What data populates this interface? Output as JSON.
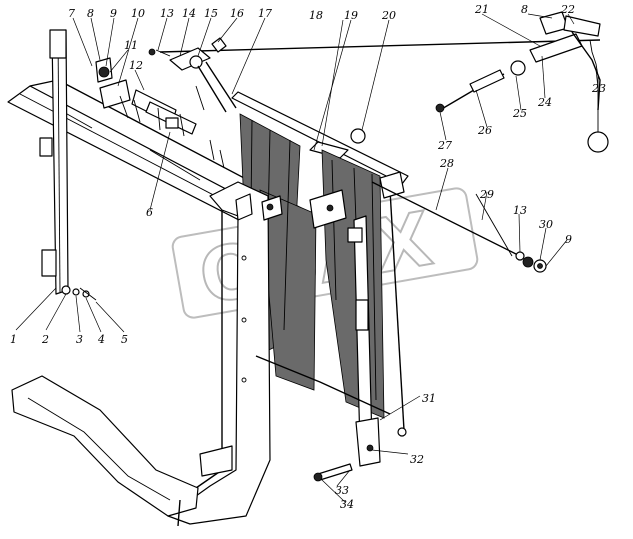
{
  "watermark": "ОВАХ",
  "callouts": [
    {
      "id": "label-7",
      "text": "7"
    },
    {
      "id": "label-8a",
      "text": "8"
    },
    {
      "id": "label-9a",
      "text": "9"
    },
    {
      "id": "label-10",
      "text": "10"
    },
    {
      "id": "label-13a",
      "text": "13"
    },
    {
      "id": "label-14",
      "text": "14"
    },
    {
      "id": "label-15",
      "text": "15"
    },
    {
      "id": "label-16",
      "text": "16"
    },
    {
      "id": "label-17",
      "text": "17"
    },
    {
      "id": "label-18",
      "text": "18"
    },
    {
      "id": "label-19",
      "text": "19"
    },
    {
      "id": "label-20",
      "text": "20"
    },
    {
      "id": "label-21a",
      "text": "21"
    },
    {
      "id": "label-8b",
      "text": "8"
    },
    {
      "id": "label-22",
      "text": "22"
    },
    {
      "id": "label-11",
      "text": "11"
    },
    {
      "id": "label-12",
      "text": "12"
    },
    {
      "id": "label-23",
      "text": "23"
    },
    {
      "id": "label-24",
      "text": "24"
    },
    {
      "id": "label-25",
      "text": "25"
    },
    {
      "id": "label-26",
      "text": "26"
    },
    {
      "id": "label-27",
      "text": "27"
    },
    {
      "id": "label-28",
      "text": "28"
    },
    {
      "id": "label-29",
      "text": "29"
    },
    {
      "id": "label-6",
      "text": "6"
    },
    {
      "id": "label-13b",
      "text": "13"
    },
    {
      "id": "label-30",
      "text": "30"
    },
    {
      "id": "label-9b",
      "text": "9"
    },
    {
      "id": "label-1",
      "text": "1"
    },
    {
      "id": "label-2",
      "text": "2"
    },
    {
      "id": "label-3",
      "text": "3"
    },
    {
      "id": "label-4",
      "text": "4"
    },
    {
      "id": "label-5",
      "text": "5"
    },
    {
      "id": "label-31",
      "text": "31"
    },
    {
      "id": "label-32",
      "text": "32"
    },
    {
      "id": "label-33",
      "text": "33"
    },
    {
      "id": "label-34",
      "text": "34"
    }
  ]
}
